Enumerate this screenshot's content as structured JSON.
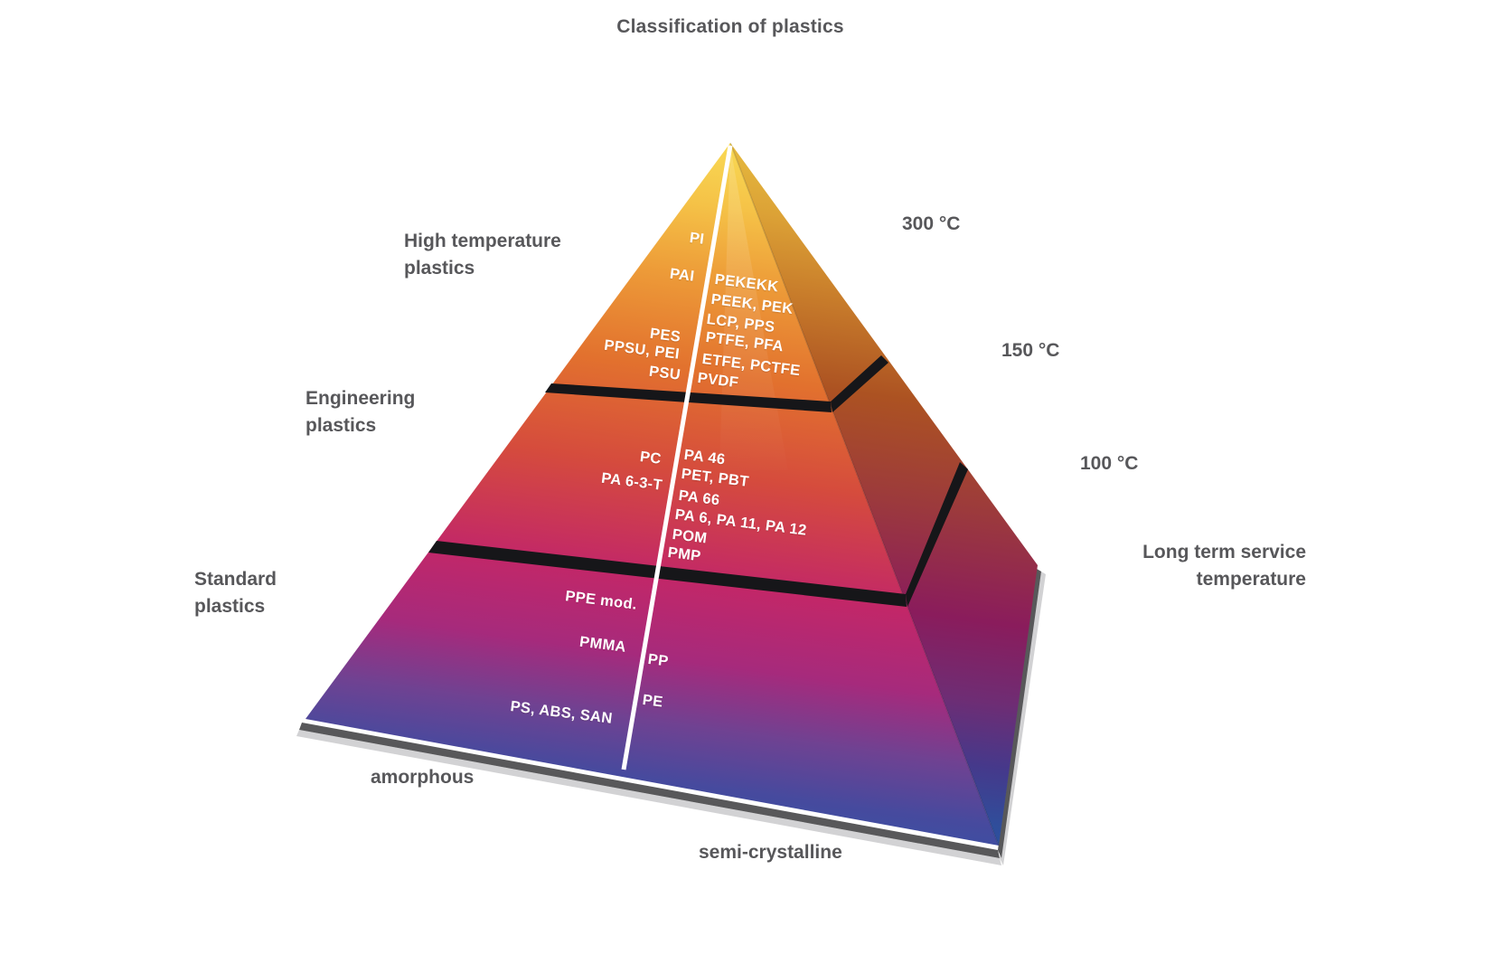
{
  "title": "Classification of plastics",
  "axis_labels": {
    "long_term_line1": "Long term service",
    "long_term_line2": "temperature",
    "bottom_left": "amorphous",
    "bottom_right": "semi-crystalline"
  },
  "tiers": [
    {
      "name_line1": "High temperature",
      "name_line2": "plastics",
      "temp": "300 °C",
      "amorphous": [
        "PI",
        "PAI",
        "PES",
        "PPSU, PEI",
        "PSU"
      ],
      "semi_crystalline": [
        "PEKEKK",
        "PEEK, PEK",
        "LCP, PPS",
        "PTFE, PFA",
        "ETFE, PCTFE",
        "PVDF"
      ]
    },
    {
      "name_line1": "Engineering",
      "name_line2": "plastics",
      "temp": "150 °C",
      "amorphous": [
        "PC",
        "PA 6-3-T"
      ],
      "semi_crystalline": [
        "PA 46",
        "PET, PBT",
        "PA 66",
        "PA 6, PA 11, PA 12",
        "POM",
        "PMP"
      ]
    },
    {
      "name_line1": "Standard",
      "name_line2": "plastics",
      "temp": "100 °C",
      "amorphous": [
        "PPE mod.",
        "PMMA",
        "PS, ABS, SAN"
      ],
      "semi_crystalline": [
        "PP",
        "PE"
      ]
    }
  ],
  "colors": {
    "apex_yellow": "#F9DC55",
    "orange": "#E2712E",
    "red": "#D54B3D",
    "magenta": "#C22768",
    "purple": "#6F4292",
    "blue": "#2E56A7",
    "band_black": "#161619",
    "divider_white": "#FFFFFF",
    "label_gray": "#57575A"
  }
}
